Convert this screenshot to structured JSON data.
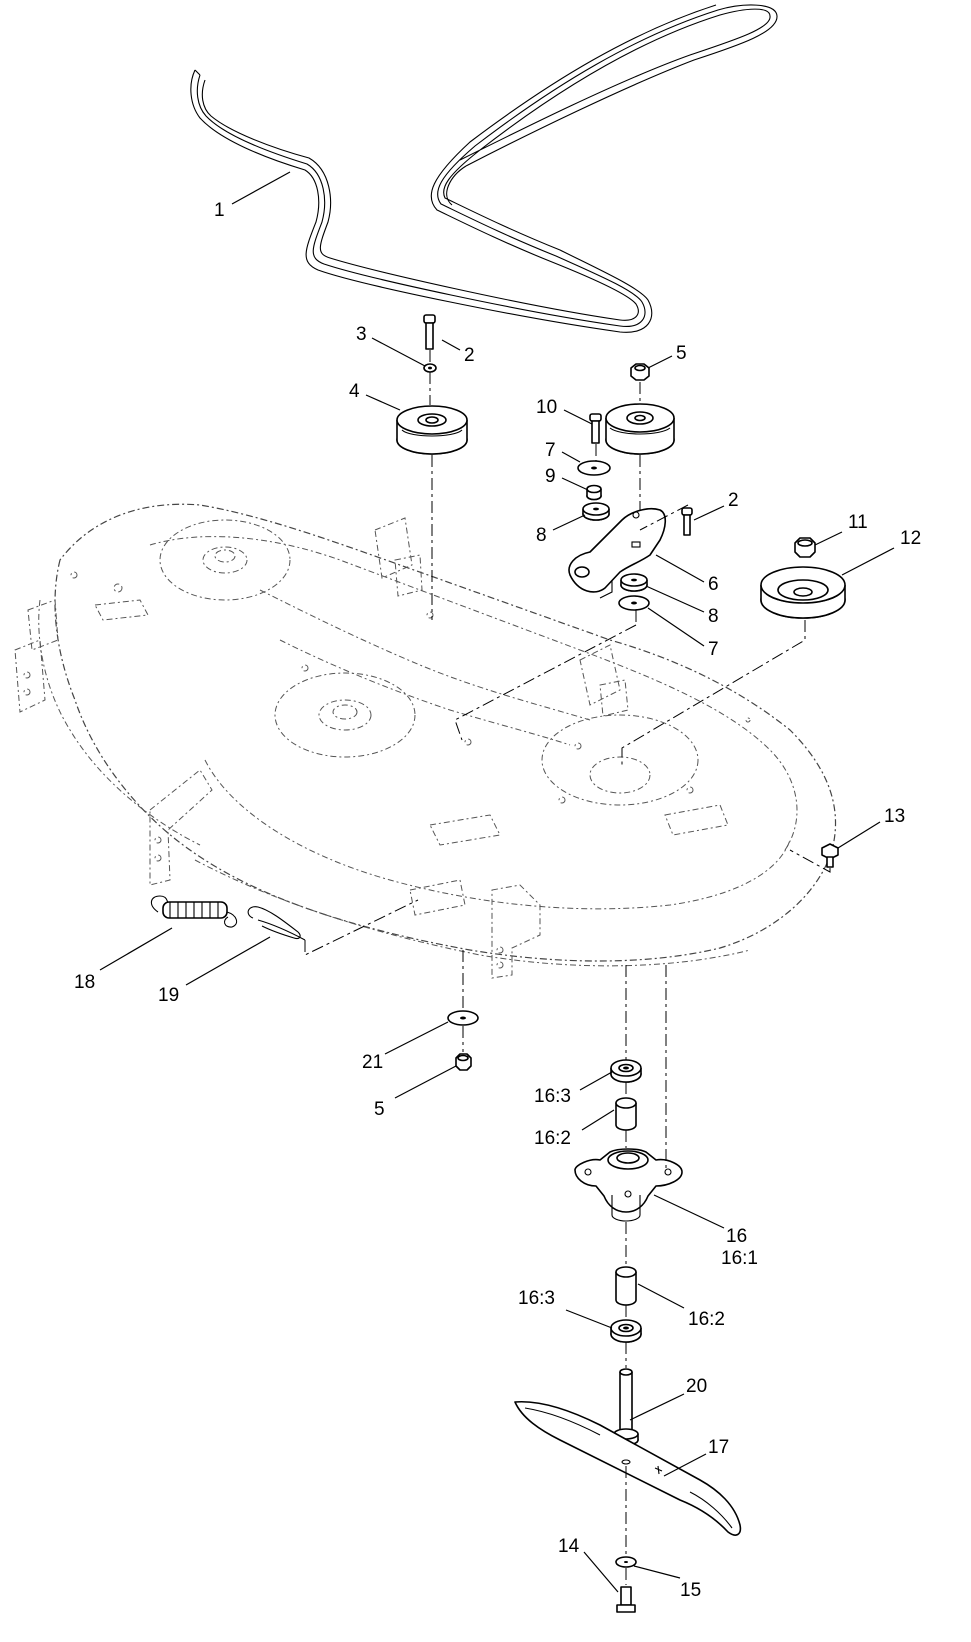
{
  "diagram": {
    "callouts": {
      "c1": "1",
      "c2a": "2",
      "c2b": "2",
      "c3": "3",
      "c4": "4",
      "c5a": "5",
      "c5b": "5",
      "c6": "6",
      "c7a": "7",
      "c7b": "7",
      "c8a": "8",
      "c8b": "8",
      "c9": "9",
      "c10": "10",
      "c11": "11",
      "c12": "12",
      "c13": "13",
      "c14": "14",
      "c15": "15",
      "c16": "16",
      "c16_1": "16:1",
      "c16_2a": "16:2",
      "c16_2b": "16:2",
      "c16_3a": "16:3",
      "c16_3b": "16:3",
      "c17": "17",
      "c18": "18",
      "c19": "19",
      "c20": "20",
      "c21": "21"
    }
  }
}
